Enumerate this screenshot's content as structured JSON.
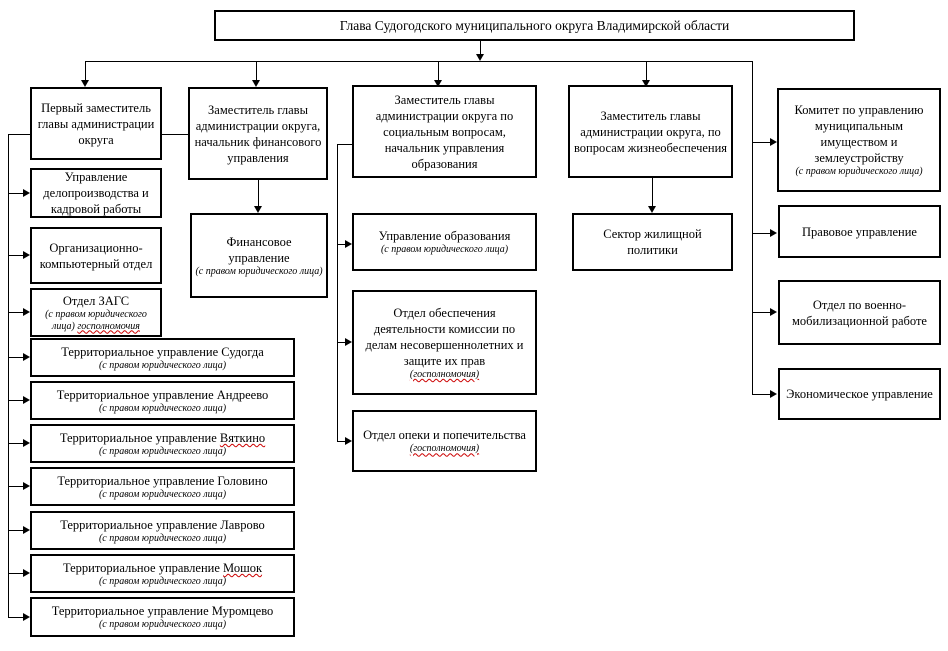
{
  "colors": {
    "line": "#000000",
    "box_border": "#000000",
    "squiggle_red": "#cc0000",
    "background": "#ffffff"
  },
  "boxes": {
    "root": {
      "t": "Глава Судогодского муниципального округа Владимирской области"
    },
    "d1": {
      "t": "Первый заместитель главы администрации округа"
    },
    "d1_1": {
      "t": "Управление делопроизводства и кадровой работы"
    },
    "d1_2": {
      "t": "Организационно-компьютерный отдел"
    },
    "d1_3": {
      "t": "Отдел ЗАГС",
      "s": "(с правом юридического лица) ",
      "sq": "госполномочия"
    },
    "d1_4": {
      "t": "Территориальное управление Судогда",
      "s": "(с правом юридического лица)"
    },
    "d1_5": {
      "t": "Территориальное управление Андреево",
      "s": "(с правом юридического лица)"
    },
    "d1_6": {
      "t": "Территориальное управление ",
      "tq": "Вяткино",
      "s": "(с правом юридического лица)"
    },
    "d1_7": {
      "t": "Территориальное управление Головино",
      "s": "(с правом юридического лица)"
    },
    "d1_8": {
      "t": "Территориальное управление Лаврово",
      "s": "(с правом юридического лица)"
    },
    "d1_9": {
      "t": "Территориальное управление ",
      "tq": "Мошок",
      "s": "(с правом юридического лица)"
    },
    "d1_10": {
      "t": "Территориальное управление Муромцево",
      "s": "(с правом юридического лица)"
    },
    "d2": {
      "t": "Заместитель главы администрации округа, начальник финансового управления"
    },
    "d2_1": {
      "t": "Финансовое управление",
      "s": "(с правом юридического лица)"
    },
    "d3": {
      "t": "Заместитель главы администрации округа по социальным вопросам, начальник управления образования"
    },
    "d3_1": {
      "t": "Управление образования",
      "s": "(с правом юридического лица)"
    },
    "d3_2": {
      "t": "Отдел обеспечения деятельности комиссии по делам несовершеннолетних и защите их прав",
      "sq": "(госполномочия)"
    },
    "d3_3": {
      "t": "Отдел опеки и попечительства",
      "sq": "(госполномочия)"
    },
    "d4": {
      "t": "Заместитель главы администрации округа, по вопросам жизнеобеспечения"
    },
    "d4_1": {
      "t": "Сектор жилищной политики"
    },
    "r1": {
      "t": "Комитет по управлению муниципальным имуществом и землеустройству",
      "s": "(с правом юридического лица)"
    },
    "r2": {
      "t": "Правовое управление"
    },
    "r3": {
      "t": "Отдел по военно-мобилизационной работе"
    },
    "r4": {
      "t": "Экономическое управление"
    }
  }
}
